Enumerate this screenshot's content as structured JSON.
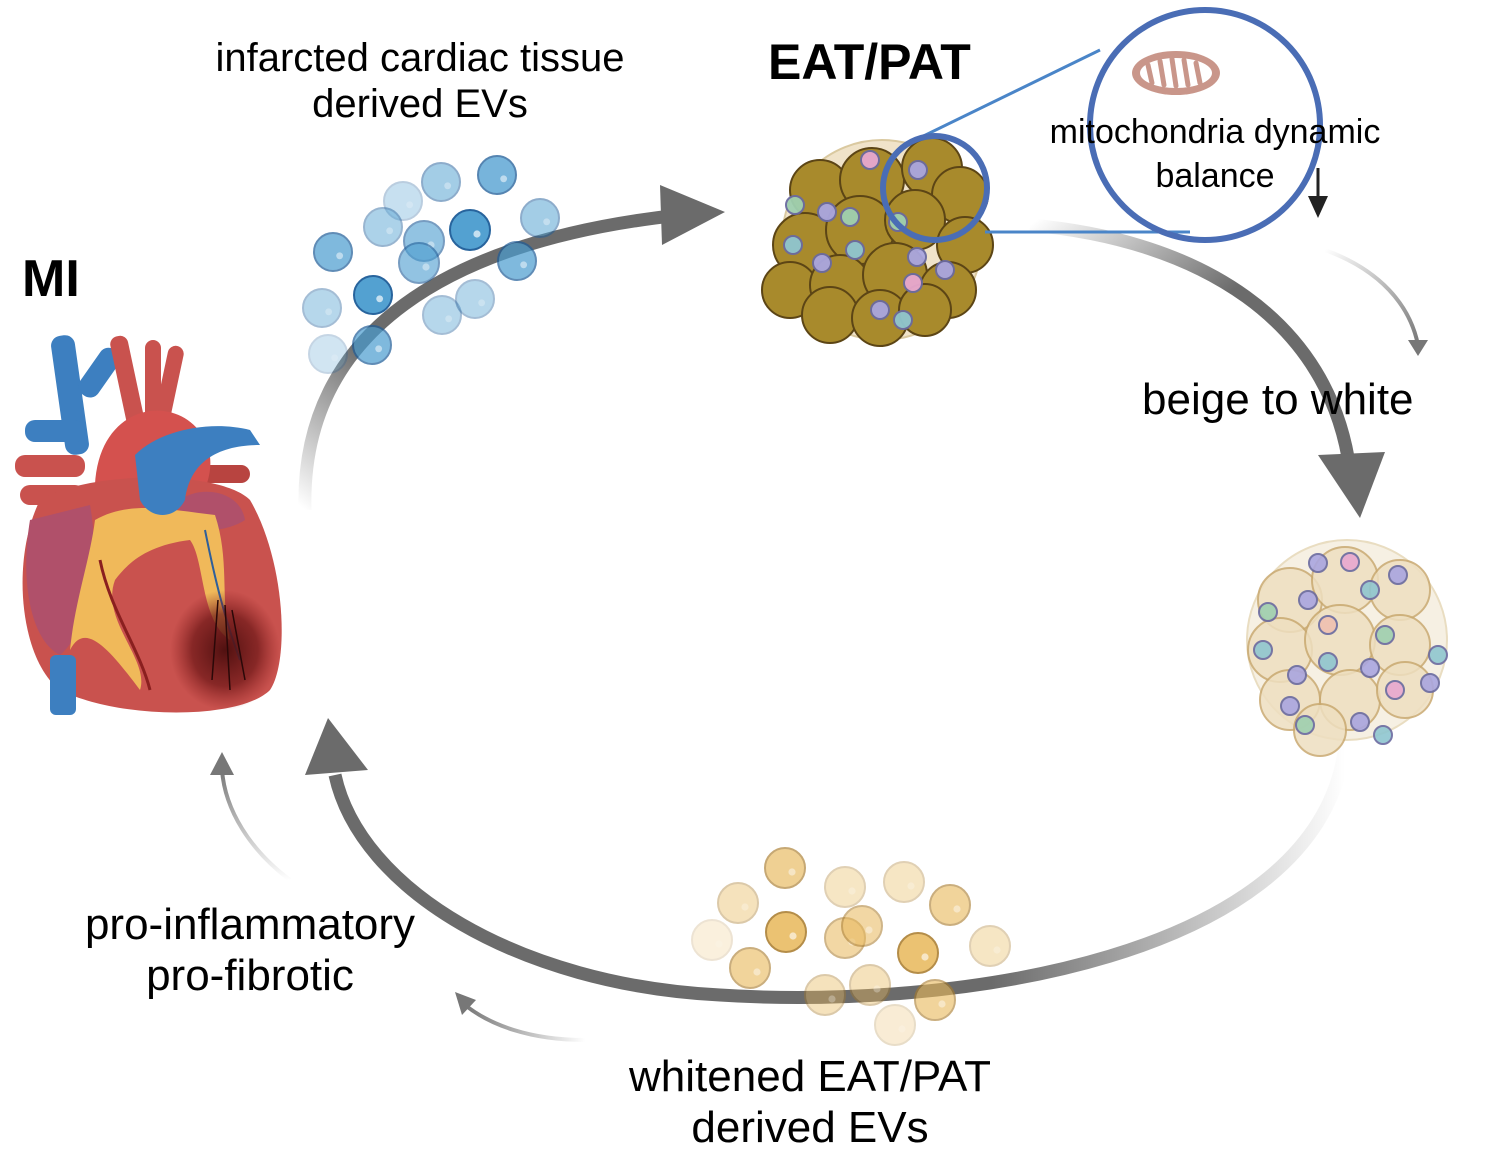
{
  "labels": {
    "mi": "MI",
    "infarcted_line1": "infarcted cardiac tissue",
    "infarcted_line2": "derived EVs",
    "eat_pat": "EAT/PAT",
    "mito_line1": "mitochondria dynamic",
    "mito_line2": "balance",
    "beige_to_white": "beige to white",
    "whitened_line1": "whitened EAT/PAT",
    "whitened_line2": "derived EVs",
    "pro_inflammatory": "pro-inflammatory",
    "pro_fibrotic": "pro-fibrotic"
  },
  "colors": {
    "arrow": "#6b6b6b",
    "zoom_circle": "#4a6db5",
    "ev_blue": "#4a9ccf",
    "ev_gold": "#e8b85a",
    "adipose_brown": "#a88a2c",
    "adipose_white": "#eedfc0",
    "heart_red": "#c9524e",
    "vessel_blue": "#3d7fc0",
    "mito": "#c9968a"
  },
  "icons": [
    "heart-illustration",
    "blue-ev-vesicles",
    "brown-adipose-tissue",
    "magnifier-circle",
    "mitochondrion-icon",
    "down-arrow-icon",
    "white-adipose-tissue",
    "gold-ev-vesicles"
  ]
}
